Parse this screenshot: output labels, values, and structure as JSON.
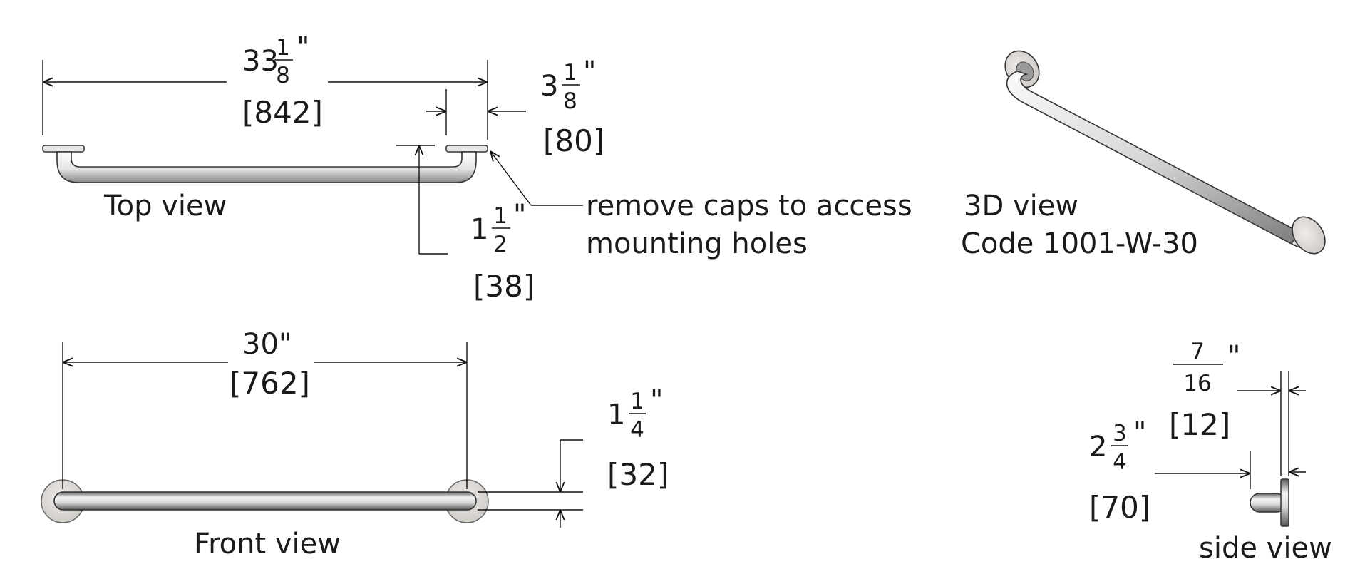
{
  "views": {
    "top": "Top view",
    "front": "Front view",
    "side": "side view",
    "three_d": "3D view",
    "code": "Code 1001-W-30"
  },
  "callout": {
    "line1": "remove caps to access",
    "line2": "mounting holes"
  },
  "dimensions": {
    "overall_width": {
      "whole": "33",
      "num": "1",
      "den": "8",
      "unit": "\"",
      "mm": "[842]"
    },
    "flange": {
      "whole": "3",
      "num": "1",
      "den": "8",
      "unit": "\"",
      "mm": "[80]"
    },
    "projection": {
      "whole": "1",
      "num": "1",
      "den": "2",
      "unit": "\"",
      "mm": "[38]"
    },
    "centers": {
      "value": "30\"",
      "mm": "[762]"
    },
    "tube_dia": {
      "whole": "1",
      "num": "1",
      "den": "4",
      "unit": "\"",
      "mm": "[32]"
    },
    "flange_thickness": {
      "num": "7",
      "den": "16",
      "unit": "\"",
      "mm": "[12]"
    },
    "flange_dia": {
      "whole": "2",
      "num": "3",
      "den": "4",
      "unit": "\"",
      "mm": "[70]"
    }
  },
  "colors": {
    "line": "#111111",
    "flange": "#dcd9d6",
    "tube_dark": "#7a7a7a",
    "tube_light": "#f4f4f4"
  }
}
